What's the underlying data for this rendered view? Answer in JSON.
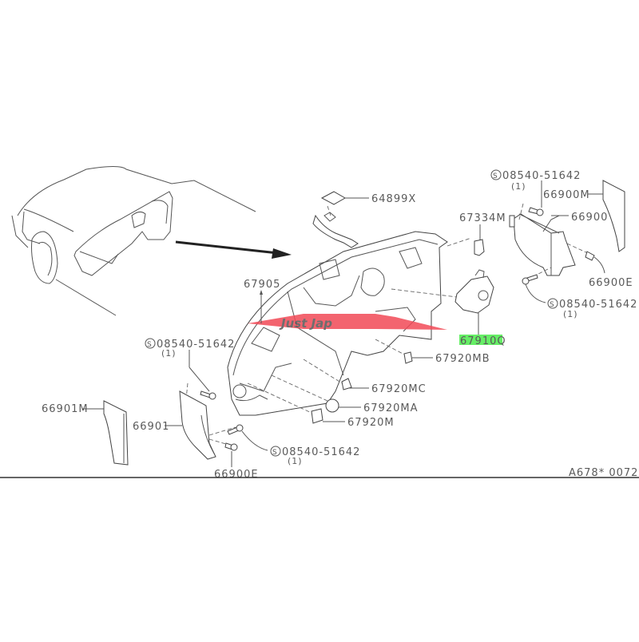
{
  "diagram": {
    "type": "parts-exploded-view",
    "subject": "Dashboard insulator / instrument panel trim assembly",
    "watermark": {
      "text": "Just Jap",
      "color": "#f04050"
    },
    "figure_code": "A678* 0072",
    "highlight_color": "#66ee66",
    "callouts": [
      {
        "id": "64899X",
        "label": "64899X"
      },
      {
        "id": "67334M",
        "label": "67334M"
      },
      {
        "id": "66900M",
        "label": "66900M"
      },
      {
        "id": "66900",
        "label": "66900"
      },
      {
        "id": "66900E-right",
        "label": "66900E"
      },
      {
        "id": "67905",
        "label": "67905"
      },
      {
        "id": "67910Q",
        "label": "67910Q",
        "highlighted": true
      },
      {
        "id": "67920MB",
        "label": "67920MB"
      },
      {
        "id": "67920MC",
        "label": "67920MC"
      },
      {
        "id": "67920MA",
        "label": "67920MA"
      },
      {
        "id": "67920M",
        "label": "67920M"
      },
      {
        "id": "66901M",
        "label": "66901M"
      },
      {
        "id": "66901",
        "label": "66901"
      },
      {
        "id": "66900E-left",
        "label": "66900E"
      }
    ],
    "screws": [
      {
        "id": "screw-top-right",
        "symbol": "S",
        "label": "08540-51642",
        "qty": "(1)"
      },
      {
        "id": "screw-mid-right",
        "symbol": "S",
        "label": "08540-51642",
        "qty": "(1)"
      },
      {
        "id": "screw-left",
        "symbol": "S",
        "label": "08540-51642",
        "qty": "(1)"
      },
      {
        "id": "screw-bottom",
        "symbol": "S",
        "label": "08540-51642",
        "qty": "(1)"
      }
    ]
  }
}
